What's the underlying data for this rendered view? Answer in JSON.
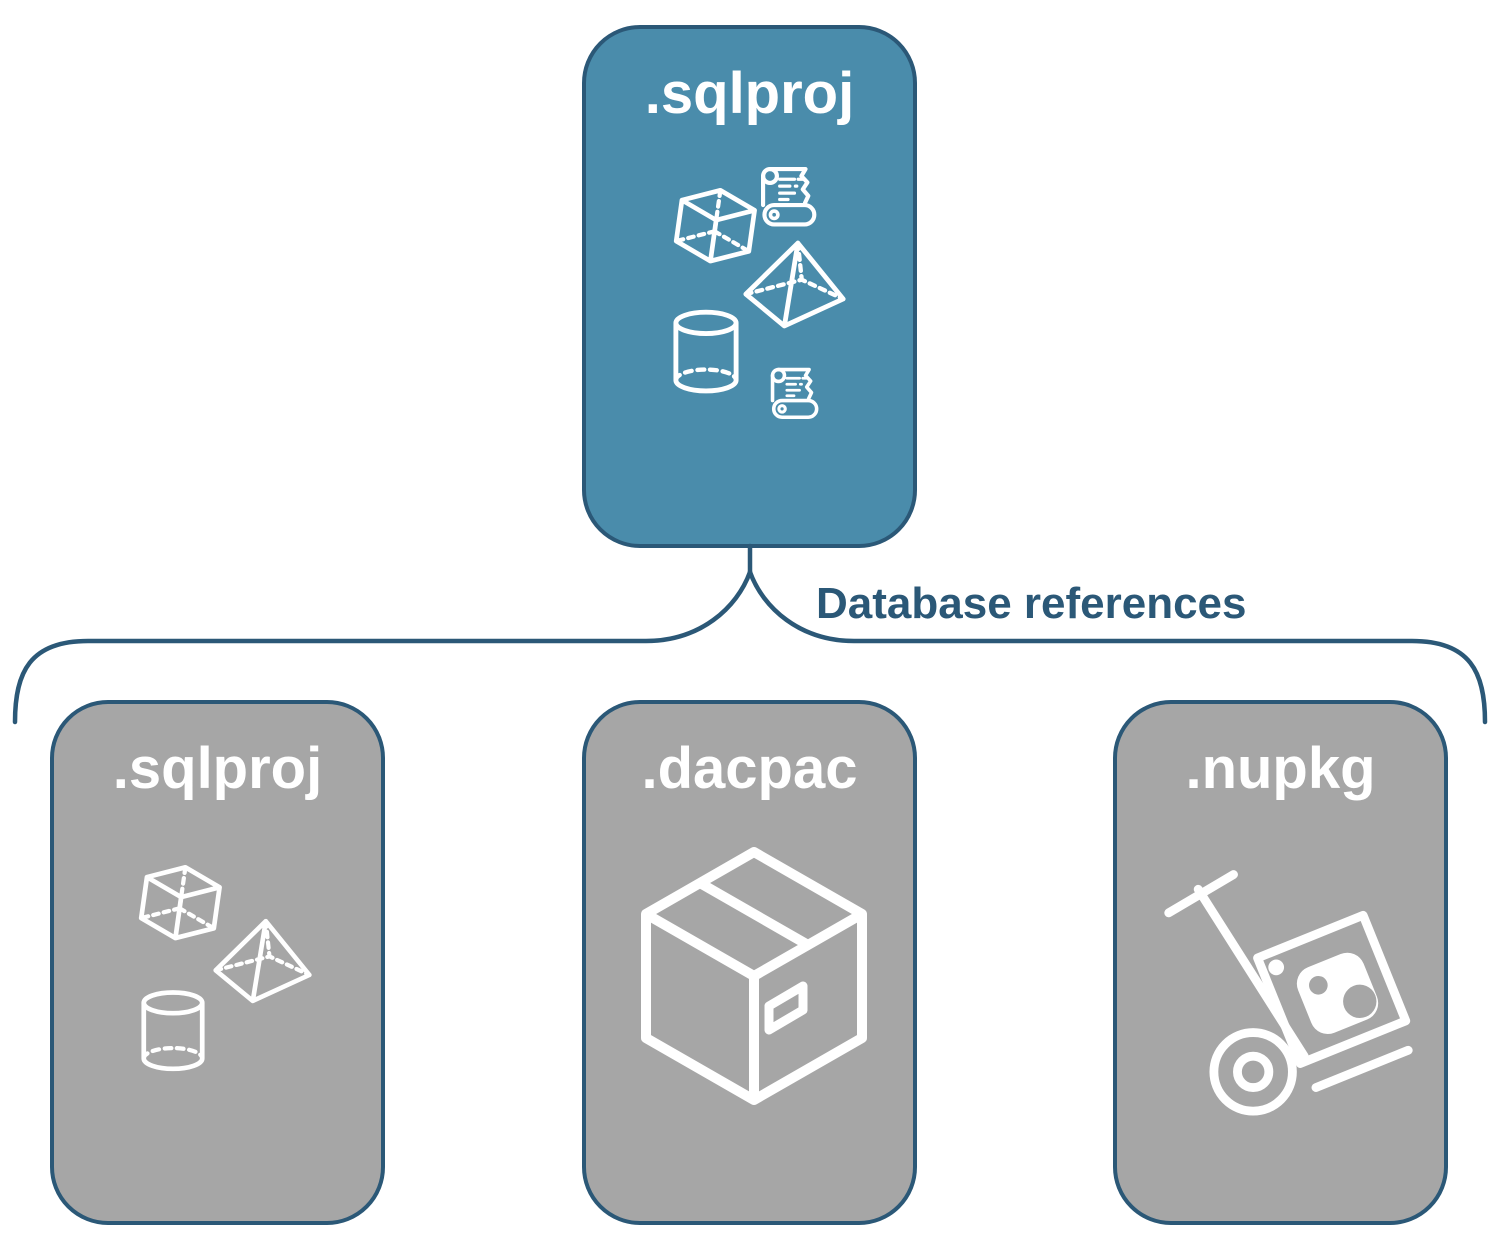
{
  "colors": {
    "root_fill": "#4a8cab",
    "child_fill": "#a6a6a6",
    "outline": "#2b5877",
    "connector": "#2b5877",
    "label_text": "#ffffff",
    "icon_color": "#ffffff",
    "background": "#ffffff"
  },
  "root": {
    "label": ".sqlproj",
    "icons": [
      "scroll-icon",
      "cube-icon",
      "pyramid-icon",
      "cylinder-icon",
      "scroll-icon"
    ]
  },
  "connector": {
    "label": "Database references"
  },
  "children": [
    {
      "label": ".sqlproj",
      "icons": [
        "cube-icon",
        "pyramid-icon",
        "cylinder-icon"
      ]
    },
    {
      "label": ".dacpac",
      "icons": [
        "package-box-icon"
      ]
    },
    {
      "label": ".nupkg",
      "icons": [
        "hand-truck-icon",
        "nuget-logo-icon"
      ]
    }
  ]
}
